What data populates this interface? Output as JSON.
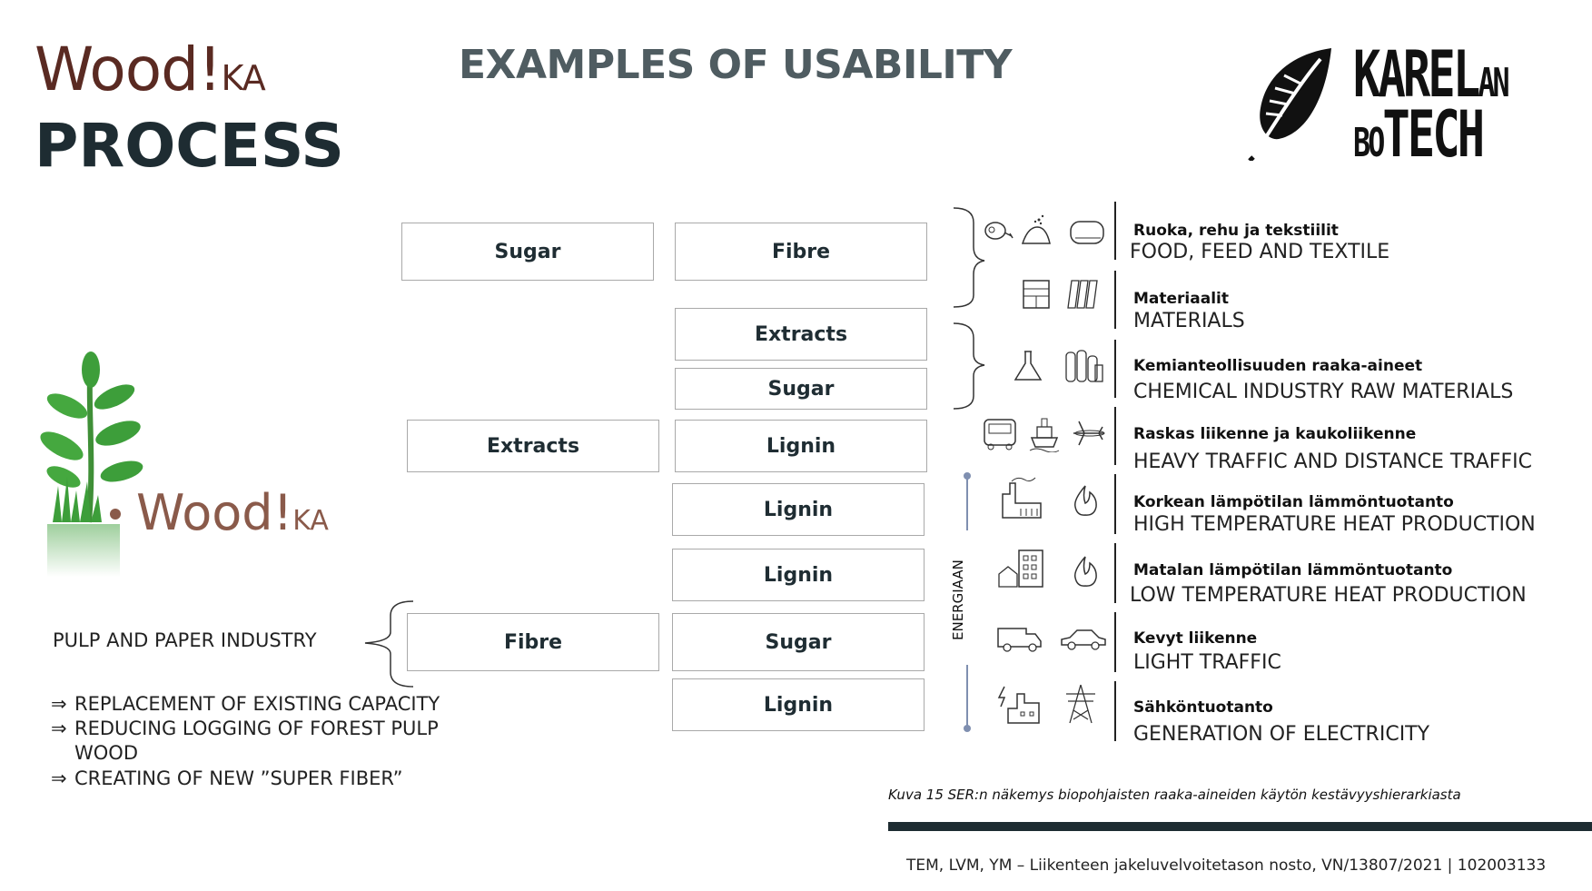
{
  "brand": {
    "wood": "Wood!",
    "ka": "KA",
    "process": "PROCESS"
  },
  "heading": "EXAMPLES OF USABILITY",
  "logo": {
    "line1": "KAREL",
    "line1_end": "AN",
    "line2": "BO",
    "line2_end": "TECH",
    "icon": "leaf-icon"
  },
  "plant_brand": {
    "wood": "Wood!",
    "ka": "KA",
    "icon": "plant-icon"
  },
  "boxes": {
    "col1_row1": "Sugar",
    "col2_row1": "Fibre",
    "col2_row2": "Extracts",
    "col2_row3": "Sugar",
    "col1_row4": "Extracts",
    "col2_row4": "Lignin",
    "col2_row5": "Lignin",
    "col2_row6": "Lignin",
    "col1_row7": "Fibre",
    "col2_row7": "Sugar",
    "col2_row8": "Lignin"
  },
  "pulp_label": "PULP AND PAPER INDUSTRY",
  "bullets": [
    {
      "arrow": "⇒",
      "text": "REPLACEMENT OF EXISTING CAPACITY"
    },
    {
      "arrow": "⇒",
      "text": "REDUCING LOGGING OF FOREST PULP"
    },
    {
      "arrow": "",
      "text": "WOOD"
    },
    {
      "arrow": "⇒",
      "text": "CREATING OF NEW ”SUPER FIBER”"
    }
  ],
  "categories": [
    {
      "fi": "Ruoka, rehu ja tekstiilit",
      "en": "FOOD, FEED AND TEXTILE",
      "icons": [
        "meat-icon",
        "grain-icon",
        "textile-roll-icon"
      ]
    },
    {
      "fi": "Materiaalit",
      "en": "MATERIALS",
      "icons": [
        "cabinet-icon",
        "lumber-icon"
      ]
    },
    {
      "fi": "Kemianteollisuuden raaka-aineet",
      "en": "CHEMICAL INDUSTRY RAW MATERIALS",
      "icons": [
        "flask-icon",
        "gas-cylinders-icon"
      ]
    },
    {
      "fi": "Raskas liikenne ja kaukoliikenne",
      "en": "HEAVY TRAFFIC AND DISTANCE TRAFFIC",
      "icons": [
        "truck-icon",
        "ship-icon",
        "airplane-icon"
      ]
    },
    {
      "fi": "Korkean lämpötilan lämmöntuotanto",
      "en": "HIGH TEMPERATURE HEAT PRODUCTION",
      "icons": [
        "factory-icon",
        "flame-icon"
      ]
    },
    {
      "fi": "Matalan lämpötilan lämmöntuotanto",
      "en": "LOW TEMPERATURE HEAT PRODUCTION",
      "icons": [
        "buildings-icon",
        "flame-icon"
      ]
    },
    {
      "fi": "Kevyt liikenne",
      "en": "LIGHT TRAFFIC",
      "icons": [
        "van-icon",
        "car-icon"
      ]
    },
    {
      "fi": "Sähköntuotanto",
      "en": "GENERATION OF ELECTRICITY",
      "icons": [
        "power-plant-icon",
        "power-tower-icon"
      ]
    }
  ],
  "energia_label": "ENERGIAAN",
  "caption": "Kuva 15 SER:n näkemys biopohjaisten raaka-aineiden käytön kestävyyshierarkiasta",
  "footer": "TEM, LVM, YM – Liikenteen jakeluvelvoitetason nosto, VN/13807/2021 | 102003133",
  "colors": {
    "brown": "#5a2a22",
    "dark": "#1e2c32",
    "gray_heading": "#4f5c61",
    "leaf_green": "#3d9e3a",
    "wood_brown": "#8a5a4a",
    "energy_line": "#7f8fb0"
  }
}
